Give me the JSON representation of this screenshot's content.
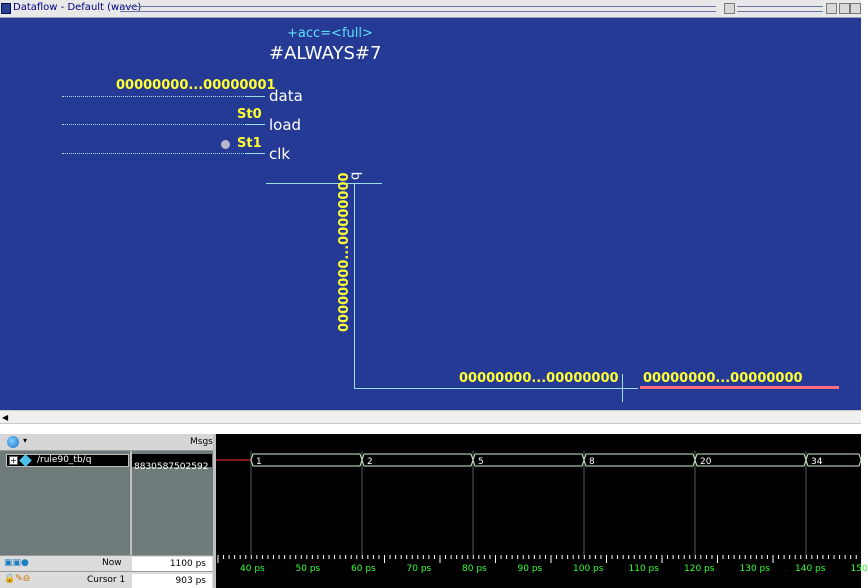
{
  "window": {
    "title": "Dataflow - Default (wave)"
  },
  "dataflow": {
    "process_label": "+acc=<full>",
    "process_name": "#ALWAYS#7",
    "inputs": [
      {
        "name": "data",
        "value": "00000000...00000001"
      },
      {
        "name": "load",
        "value": "St0"
      },
      {
        "name": "clk",
        "value": "St1"
      }
    ],
    "output": {
      "name": "q",
      "value_vertical": "00000000...00000000"
    },
    "bottom_values": [
      "00000000...00000000",
      "00000000...00000000"
    ]
  },
  "wave": {
    "header_values_label": "Msgs",
    "signal": {
      "name": "/rule90_tb/q",
      "value": "8830587502592"
    },
    "now": {
      "label": "Now",
      "value": "1100 ps"
    },
    "cursor": {
      "label": "Cursor 1",
      "value": "903 ps"
    },
    "transitions": [
      "1",
      "2",
      "5",
      "8",
      "20",
      "34"
    ],
    "ruler_labels": [
      "40 ps",
      "50 ps",
      "60 ps",
      "70 ps",
      "80 ps",
      "90 ps",
      "100 ps",
      "110 ps",
      "120 ps",
      "130 ps",
      "140 ps",
      "150"
    ]
  },
  "colors": {
    "dataflow_bg": "#253a94",
    "wire": "#9fdfe8",
    "value_text": "#ffff33",
    "highlight_wire": "#ff6f7f",
    "wave_bg": "#000000",
    "wave_signal": "#cfeecf",
    "ruler_text": "#33ff33"
  },
  "icons": [
    "dataflow-window-icon",
    "globe-icon",
    "expand-plus-icon",
    "signal-diamond-icon",
    "scroll-left-arrow-icon"
  ]
}
